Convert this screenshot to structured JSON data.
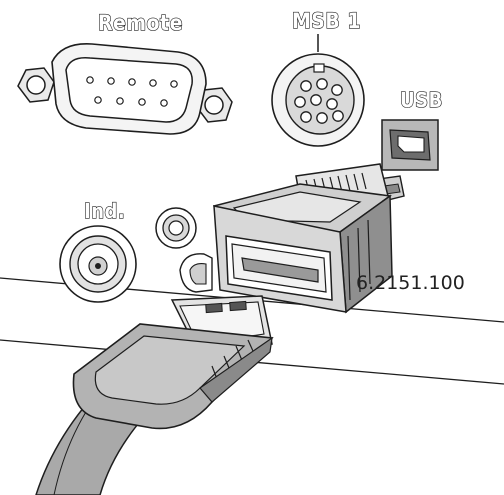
{
  "labels": {
    "remote": "Remote",
    "msb": "MSB 1",
    "usb": "USB",
    "ind": "Ind.",
    "part_number": "6.2151.100"
  },
  "colors": {
    "line": "#1e1e1e",
    "light_gray": "#d9d9d9",
    "mid_gray": "#b5b5b5",
    "dark_gray": "#8a8a8a",
    "cable_gray": "#a9a9a9",
    "port_fill": "#6d6d6d"
  },
  "icons": [
    "db9-serial-port",
    "mini-din-port",
    "usb-b-port",
    "bnc-port",
    "jack-port",
    "usb-adapter",
    "usb-a-plug",
    "cable"
  ]
}
